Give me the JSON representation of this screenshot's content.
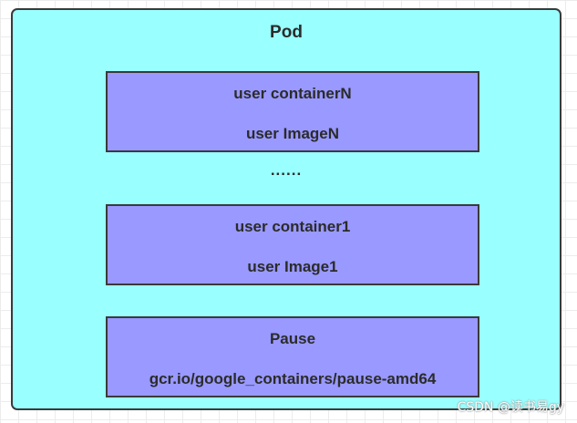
{
  "pod": {
    "title": "Pod",
    "containers": [
      {
        "name": "user containerN",
        "image": "user ImageN"
      },
      {
        "name": "user container1",
        "image": "user Image1"
      }
    ],
    "ellipsis": "......",
    "pause": {
      "name": "Pause",
      "image": "gcr.io/google_containers/pause-amd64"
    }
  },
  "watermark": "CSDN @读书易gy",
  "colors": {
    "pod_fill": "#99ffff",
    "container_fill": "#9999ff",
    "border": "#3a3a3a",
    "text": "#2b2b2b"
  }
}
